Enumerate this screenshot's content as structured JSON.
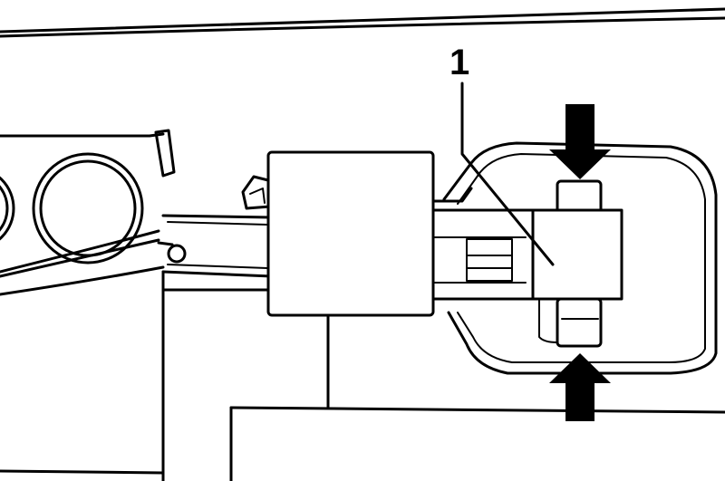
{
  "callouts": [
    {
      "label": "1"
    }
  ],
  "colors": {
    "line": "#000000",
    "background": "#ffffff",
    "arrow_fill": "#000000"
  },
  "arrows": [
    {
      "name": "press-arrow-top",
      "direction": "down"
    },
    {
      "name": "press-arrow-bottom",
      "direction": "up"
    }
  ]
}
